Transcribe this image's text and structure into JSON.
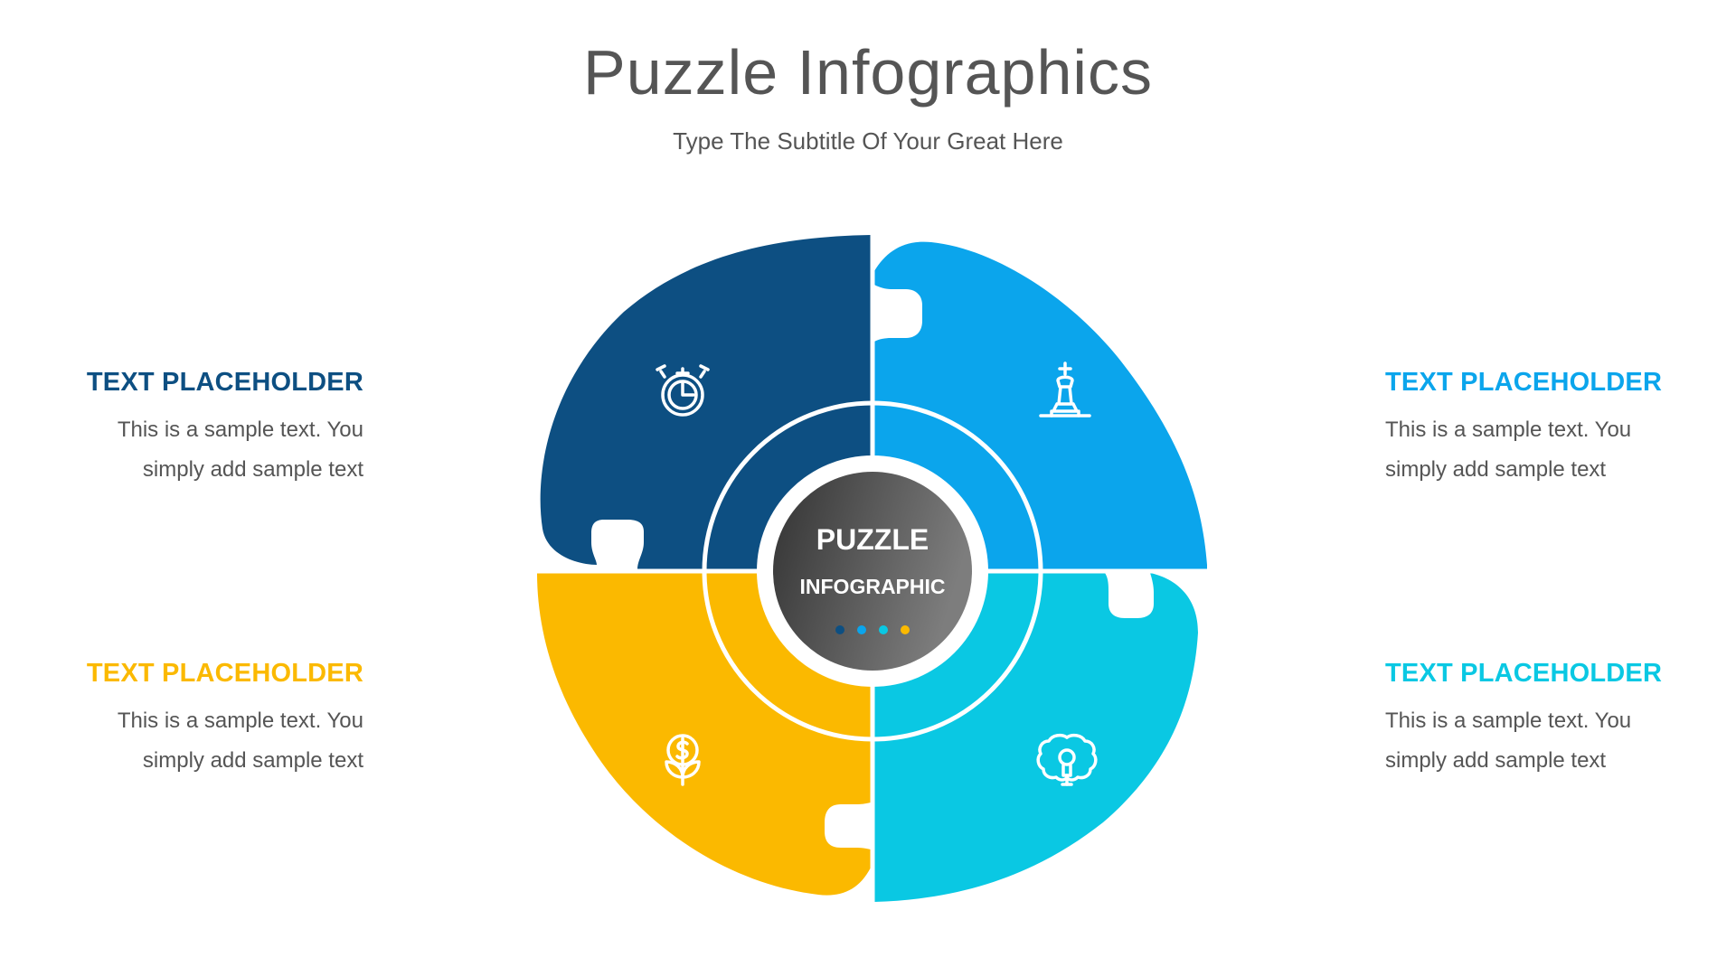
{
  "title": "Puzzle Infographics",
  "subtitle": "Type The Subtitle Of Your Great Here",
  "center": {
    "line1": "PUZZLE",
    "line2": "INFOGRAPHIC"
  },
  "blocks": [
    {
      "heading": "TEXT PLACEHOLDER",
      "line1": "This is a sample text. You",
      "line2": "simply add sample text",
      "color": "#0d4f82",
      "icon": "stopwatch-icon"
    },
    {
      "heading": "TEXT PLACEHOLDER",
      "line1": "This is a sample text. You",
      "line2": "simply add sample text",
      "color": "#0ba5ec",
      "icon": "chess-king-icon"
    },
    {
      "heading": "TEXT PLACEHOLDER",
      "line1": "This is a sample text. You",
      "line2": "simply add sample text",
      "color": "#fbb900",
      "icon": "money-plant-icon"
    },
    {
      "heading": "TEXT PLACEHOLDER",
      "line1": "This is a sample text. You",
      "line2": "simply add sample text",
      "color": "#0ac8e3",
      "icon": "brain-icon"
    }
  ],
  "dots_colors": [
    "#0d4f82",
    "#0ba5ec",
    "#0ac8e3",
    "#fbb900"
  ],
  "colors": {
    "dark_blue": "#0d4f82",
    "blue": "#0ba5ec",
    "cyan": "#0ac8e3",
    "yellow": "#fbb900",
    "text": "#555555",
    "center_dark": "#3a3a3a",
    "center_light": "#7a7a7a"
  }
}
